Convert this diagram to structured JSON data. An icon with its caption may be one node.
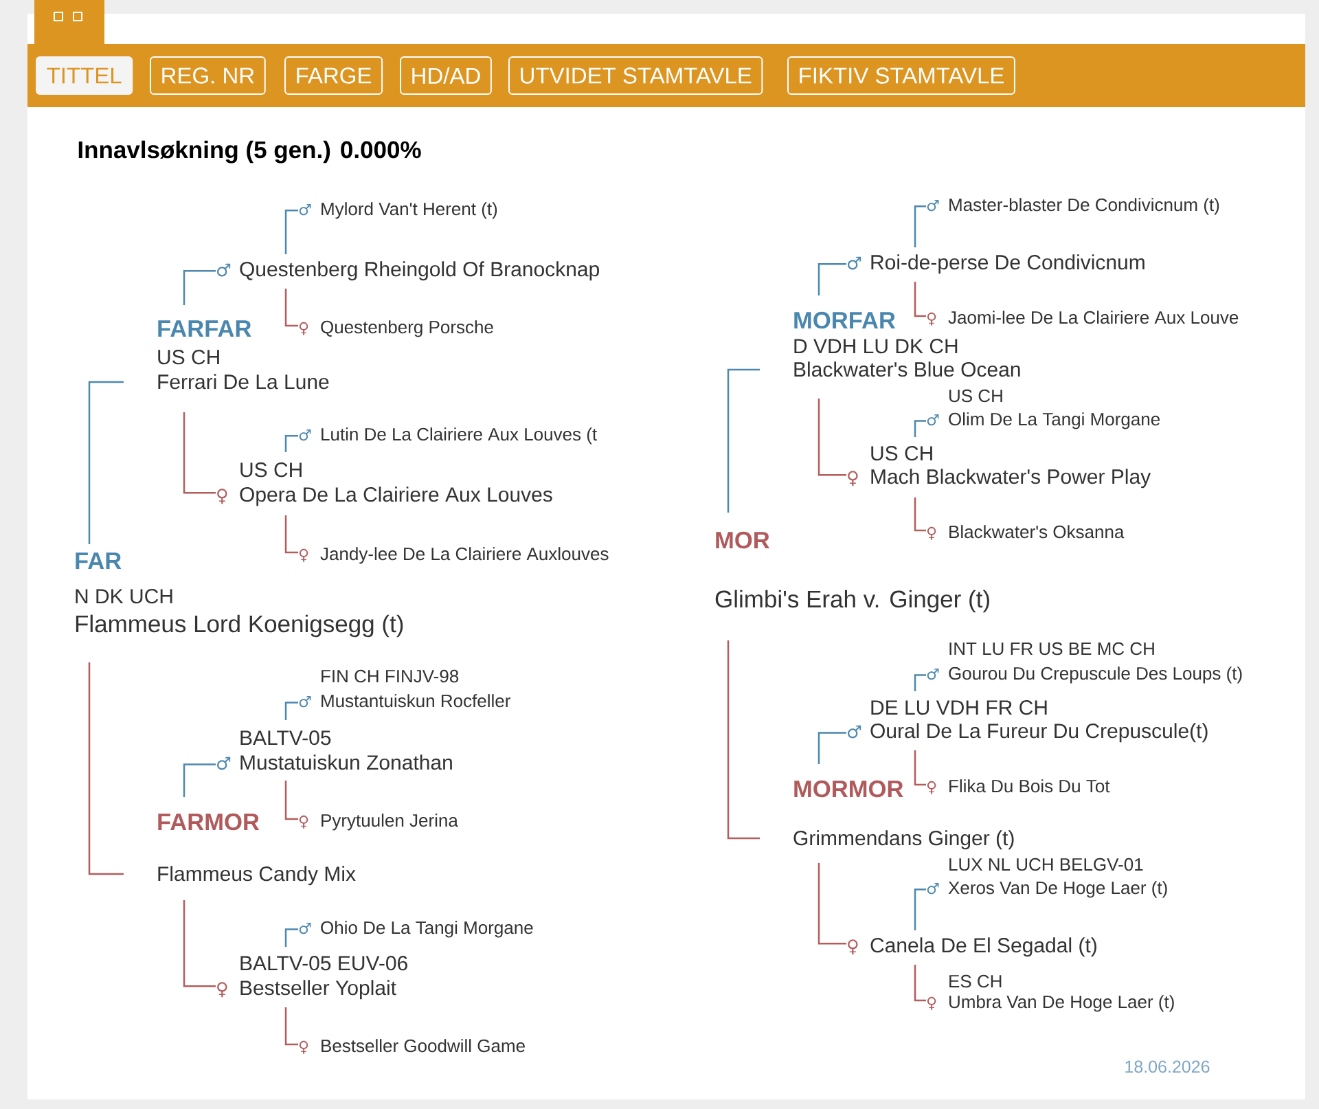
{
  "diagram": {
    "title": "Innavlsøkning (5 gen.) 0.000%",
    "nodes": [
      {
        "text": [
          "TITTEL"
        ]
      },
      {
        "text": [
          "REG. NR"
        ]
      },
      {
        "text": [
          "FARGE"
        ]
      },
      {
        "text": [
          "HD/AD"
        ]
      },
      {
        "text": [
          "UTVIDET STAMTAVLE"
        ]
      },
      {
        "text": [
          "FIKTIV STAMTAVLE"
        ]
      },
      {
        "text": [
          "♂",
          "Mylord Van't Herent (t)"
        ]
      },
      {
        "text": [
          "♂",
          "Questenberg Rheingold Of Branocknap"
        ]
      },
      {
        "text": [
          "FARFAR",
          "US CH",
          "Ferrari De La Lune"
        ]
      },
      {
        "text": [
          "♀",
          "Questenberg Porsche"
        ]
      },
      {
        "text": [
          "♂",
          "Lutin De La Clairiere Aux Louves (t"
        ]
      },
      {
        "text": [
          "US CH",
          "♀",
          "Opera De La Clairiere Aux Louves"
        ]
      },
      {
        "text": [
          "♀",
          "Jandy-lee De La Clairiere Auxlouves"
        ]
      },
      {
        "text": [
          "FAR",
          "N DK UCH",
          "Flammeus Lord Koenigsegg (t)"
        ]
      },
      {
        "text": [
          "FIN CH FINJV-98",
          "♂",
          "Mustantuiskun Rocfeller"
        ]
      },
      {
        "text": [
          "BALTV-05",
          "♂",
          "Mustatuiskun Zonathan"
        ]
      },
      {
        "text": [
          "FARMOR",
          "Flammeus Candy Mix"
        ]
      },
      {
        "text": [
          "♀",
          "Pyrytuulen Jerina"
        ]
      },
      {
        "text": [
          "♂",
          "Ohio De La Tangi Morgane"
        ]
      },
      {
        "text": [
          "BALTV-05 EUV-06",
          "♀",
          "Bestseller Yoplait"
        ]
      },
      {
        "text": [
          "♀",
          "Bestseller Goodwill Game"
        ]
      },
      {
        "text": [
          "♂",
          "Master-blaster De Condivicnum (t)"
        ]
      },
      {
        "text": [
          "♂",
          "Roi-de-perse De Condivicnum"
        ]
      },
      {
        "text": [
          "MORFAR",
          "D VDH LU DK CH",
          "Blackwater's Blue Ocean"
        ]
      },
      {
        "text": [
          "♀",
          "Jaomi-lee De La Clairiere Aux Louve"
        ]
      },
      {
        "text": [
          "US CH",
          "♂",
          "Olim De La Tangi Morgane"
        ]
      },
      {
        "text": [
          "US CH",
          "♀",
          "Mach Blackwater's Power Play"
        ]
      },
      {
        "text": [
          "♀",
          "Blackwater's Oksanna"
        ]
      },
      {
        "text": [
          "MOR",
          "Glimbi's Erah v. Ginger (t)"
        ]
      },
      {
        "text": [
          "INT LU FR US BE MC CH",
          "♂",
          "Gourou Du Crepuscule Des Loups (t)"
        ]
      },
      {
        "text": [
          "DE LU VDH FR CH",
          "♂",
          "Oural De La Fureur Du Crepuscule(t)"
        ]
      },
      {
        "text": [
          "MORMOR",
          "Grimmendans Ginger (t)"
        ]
      },
      {
        "text": [
          "♀",
          "Flika Du Bois Du Tot"
        ]
      },
      {
        "text": [
          "LUX NL UCH BELGV-01",
          "♂",
          "Xeros Van De Hoge Laer (t)"
        ]
      },
      {
        "text": [
          "♀",
          "Canela De El Segadal (t)"
        ]
      },
      {
        "text": [
          "ES CH",
          "♀",
          "Umbra Van De Hoge Laer (t)"
        ]
      }
    ],
    "edges": [
      {
        "from": 13,
        "to": 8,
        "arrow": "none",
        "color": "#4d88ae"
      },
      {
        "from": 13,
        "to": 16,
        "arrow": "none",
        "color": "#b35d5e"
      },
      {
        "from": 8,
        "to": 7,
        "arrow": "none",
        "color": "#4d88ae"
      },
      {
        "from": 8,
        "to": 11,
        "arrow": "none",
        "color": "#b35d5e"
      },
      {
        "from": 7,
        "to": 6,
        "arrow": "none",
        "color": "#4d88ae"
      },
      {
        "from": 7,
        "to": 9,
        "arrow": "none",
        "color": "#b35d5e"
      },
      {
        "from": 11,
        "to": 10,
        "arrow": "none",
        "color": "#4d88ae"
      },
      {
        "from": 11,
        "to": 12,
        "arrow": "none",
        "color": "#b35d5e"
      },
      {
        "from": 16,
        "to": 15,
        "arrow": "none",
        "color": "#4d88ae"
      },
      {
        "from": 16,
        "to": 19,
        "arrow": "none",
        "color": "#b35d5e"
      },
      {
        "from": 15,
        "to": 14,
        "arrow": "none",
        "color": "#4d88ae"
      },
      {
        "from": 15,
        "to": 17,
        "arrow": "none",
        "color": "#b35d5e"
      },
      {
        "from": 19,
        "to": 18,
        "arrow": "none",
        "color": "#4d88ae"
      },
      {
        "from": 19,
        "to": 20,
        "arrow": "none",
        "color": "#b35d5e"
      },
      {
        "from": 28,
        "to": 23,
        "arrow": "none",
        "color": "#4d88ae"
      },
      {
        "from": 28,
        "to": 31,
        "arrow": "none",
        "color": "#b35d5e"
      },
      {
        "from": 23,
        "to": 22,
        "arrow": "none",
        "color": "#4d88ae"
      },
      {
        "from": 23,
        "to": 26,
        "arrow": "none",
        "color": "#b35d5e"
      },
      {
        "from": 22,
        "to": 21,
        "arrow": "none",
        "color": "#4d88ae"
      },
      {
        "from": 22,
        "to": 24,
        "arrow": "none",
        "color": "#b35d5e"
      },
      {
        "from": 26,
        "to": 25,
        "arrow": "none",
        "color": "#4d88ae"
      },
      {
        "from": 26,
        "to": 27,
        "arrow": "none",
        "color": "#b35d5e"
      },
      {
        "from": 31,
        "to": 30,
        "arrow": "none",
        "color": "#4d88ae"
      },
      {
        "from": 31,
        "to": 34,
        "arrow": "none",
        "color": "#b35d5e"
      },
      {
        "from": 30,
        "to": 29,
        "arrow": "none",
        "color": "#4d88ae"
      },
      {
        "from": 30,
        "to": 32,
        "arrow": "none",
        "color": "#b35d5e"
      },
      {
        "from": 34,
        "to": 33,
        "arrow": "none",
        "color": "#4d88ae"
      },
      {
        "from": 34,
        "to": 35,
        "arrow": "none",
        "color": "#b35d5e"
      }
    ],
    "labels": [
      "18.06.2026"
    ]
  }
}
